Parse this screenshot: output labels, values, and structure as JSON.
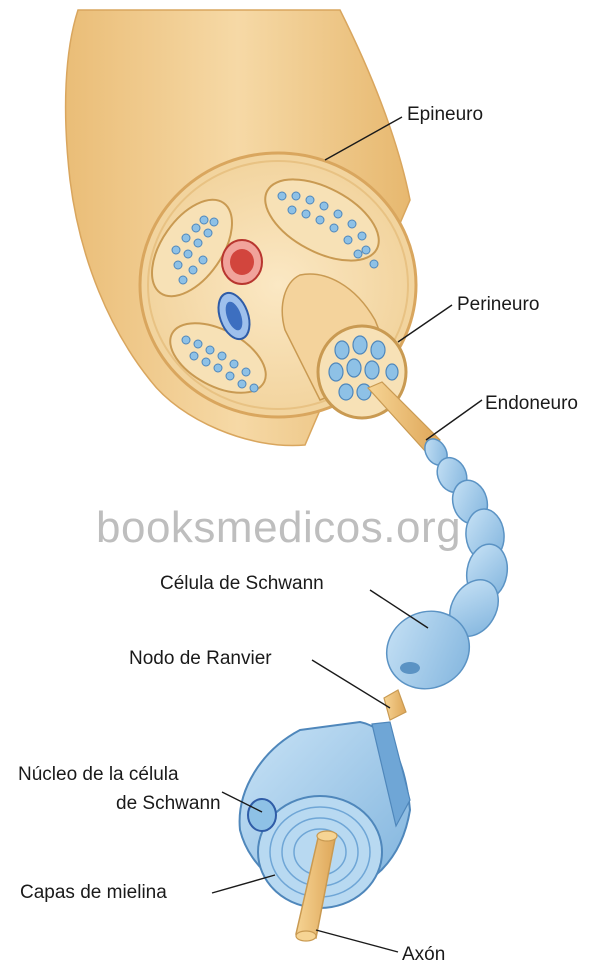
{
  "watermark": "booksmedicos.org",
  "labels": {
    "epineuro": "Epineuro",
    "perineuro": "Perineuro",
    "endoneuro": "Endoneuro",
    "celula_schwann": "Célula de Schwann",
    "nodo_ranvier": "Nodo de Ranvier",
    "nucleo_line1": "Núcleo de la célula",
    "nucleo_line2": "de Schwann",
    "capas_mielina": "Capas de mielina",
    "axon": "Axón"
  },
  "colors": {
    "nerve": "#f2cf95",
    "nerve_dark": "#d9a65e",
    "myelin": "#9fcbea",
    "myelin_dark": "#5b93c4",
    "axon": "#f0c47a",
    "artery": "#d2453d",
    "vein": "#3d6fc0"
  }
}
